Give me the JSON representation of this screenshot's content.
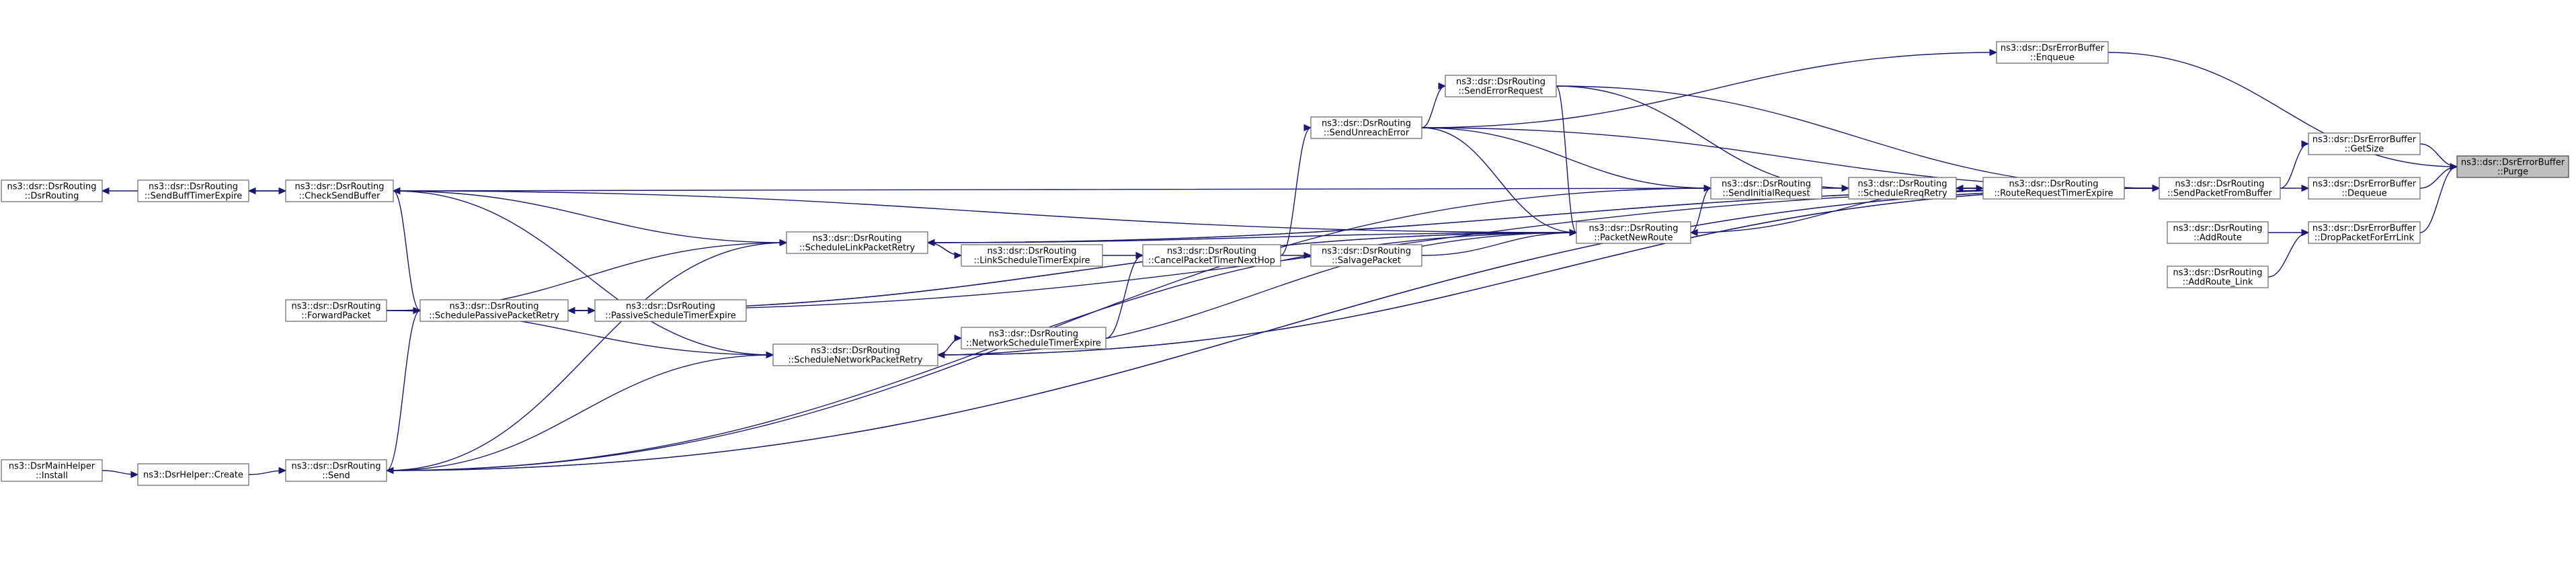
{
  "graph": {
    "edge_color": "#191970",
    "highlight_fill": "#bfbfbf",
    "nodes": [
      {
        "id": "purge",
        "lines": [
          "ns3::dsr::DsrErrorBuffer",
          "::Purge"
        ],
        "highlight": true
      },
      {
        "id": "getsize",
        "lines": [
          "ns3::dsr::DsrErrorBuffer",
          "::GetSize"
        ]
      },
      {
        "id": "dequeue",
        "lines": [
          "ns3::dsr::DsrErrorBuffer",
          "::Dequeue"
        ]
      },
      {
        "id": "dropforerr",
        "lines": [
          "ns3::dsr::DsrErrorBuffer",
          "::DropPacketForErrLink"
        ]
      },
      {
        "id": "enqueue",
        "lines": [
          "ns3::dsr::DsrErrorBuffer",
          "::Enqueue"
        ]
      },
      {
        "id": "addroute",
        "lines": [
          "ns3::dsr::DsrRouting",
          "::AddRoute"
        ]
      },
      {
        "id": "addroutelink",
        "lines": [
          "ns3::dsr::DsrRouting",
          "::AddRoute_Link"
        ]
      },
      {
        "id": "sendfrombuffer",
        "lines": [
          "ns3::dsr::DsrRouting",
          "::SendPacketFromBuffer"
        ]
      },
      {
        "id": "routereqtimer",
        "lines": [
          "ns3::dsr::DsrRouting",
          "::RouteRequestTimerExpire"
        ]
      },
      {
        "id": "schedulereq",
        "lines": [
          "ns3::dsr::DsrRouting",
          "::ScheduleRreqRetry"
        ]
      },
      {
        "id": "sendinitial",
        "lines": [
          "ns3::dsr::DsrRouting",
          "::SendInitialRequest"
        ]
      },
      {
        "id": "packetnewroute",
        "lines": [
          "ns3::dsr::DsrRouting",
          "::PacketNewRoute"
        ]
      },
      {
        "id": "senderror",
        "lines": [
          "ns3::dsr::DsrRouting",
          "::SendErrorRequest"
        ]
      },
      {
        "id": "sendunreach",
        "lines": [
          "ns3::dsr::DsrRouting",
          "::SendUnreachError"
        ]
      },
      {
        "id": "salvage",
        "lines": [
          "ns3::dsr::DsrRouting",
          "::SalvagePacket"
        ]
      },
      {
        "id": "cancelnexthop",
        "lines": [
          "ns3::dsr::DsrRouting",
          "::CancelPacketTimerNextHop"
        ]
      },
      {
        "id": "linktimer",
        "lines": [
          "ns3::dsr::DsrRouting",
          "::LinkScheduleTimerExpire"
        ]
      },
      {
        "id": "networktimer",
        "lines": [
          "ns3::dsr::DsrRouting",
          "::NetworkScheduleTimerExpire"
        ]
      },
      {
        "id": "schedlink",
        "lines": [
          "ns3::dsr::DsrRouting",
          "::ScheduleLinkPacketRetry"
        ]
      },
      {
        "id": "schednetwork",
        "lines": [
          "ns3::dsr::DsrRouting",
          "::ScheduleNetworkPacketRetry"
        ]
      },
      {
        "id": "passivetimer",
        "lines": [
          "ns3::dsr::DsrRouting",
          "::PassiveScheduleTimerExpire"
        ]
      },
      {
        "id": "schedpassive",
        "lines": [
          "ns3::dsr::DsrRouting",
          "::SchedulePassivePacketRetry"
        ]
      },
      {
        "id": "checksend",
        "lines": [
          "ns3::dsr::DsrRouting",
          "::CheckSendBuffer"
        ]
      },
      {
        "id": "forward",
        "lines": [
          "ns3::dsr::DsrRouting",
          "::ForwardPacket"
        ]
      },
      {
        "id": "send",
        "lines": [
          "ns3::dsr::DsrRouting",
          "::Send"
        ]
      },
      {
        "id": "sendbufftimer",
        "lines": [
          "ns3::dsr::DsrRouting",
          "::SendBuffTimerExpire"
        ]
      },
      {
        "id": "dsrrouting",
        "lines": [
          "ns3::dsr::DsrRouting",
          "::DsrRouting"
        ]
      },
      {
        "id": "helpercreate",
        "lines": [
          "ns3::DsrHelper::Create"
        ]
      },
      {
        "id": "mainhelper",
        "lines": [
          "ns3::DsrMainHelper",
          "::Install"
        ]
      }
    ],
    "edges": [
      {
        "from": "getsize",
        "to": "purge"
      },
      {
        "from": "dequeue",
        "to": "purge"
      },
      {
        "from": "dropforerr",
        "to": "purge"
      },
      {
        "from": "enqueue",
        "to": "purge"
      },
      {
        "from": "addroute",
        "to": "dropforerr"
      },
      {
        "from": "addroutelink",
        "to": "dropforerr"
      },
      {
        "from": "sendfrombuffer",
        "to": "getsize"
      },
      {
        "from": "sendfrombuffer",
        "to": "dequeue"
      },
      {
        "from": "sendunreach",
        "to": "enqueue"
      },
      {
        "from": "routereqtimer",
        "to": "sendfrombuffer"
      },
      {
        "from": "senderror",
        "to": "sendfrombuffer"
      },
      {
        "from": "sendunreach",
        "to": "sendfrombuffer"
      },
      {
        "from": "schedlink",
        "to": "sendfrombuffer"
      },
      {
        "from": "schednetwork",
        "to": "sendfrombuffer"
      },
      {
        "from": "schedpassive",
        "to": "sendfrombuffer"
      },
      {
        "from": "send",
        "to": "sendfrombuffer"
      },
      {
        "from": "schedulereq",
        "to": "routereqtimer"
      },
      {
        "from": "routereqtimer",
        "to": "schedulereq"
      },
      {
        "from": "sendinitial",
        "to": "schedulereq"
      },
      {
        "from": "senderror",
        "to": "schedulereq"
      },
      {
        "from": "packetnewroute",
        "to": "sendinitial"
      },
      {
        "from": "sendunreach",
        "to": "sendinitial"
      },
      {
        "from": "checksend",
        "to": "sendinitial"
      },
      {
        "from": "send",
        "to": "sendinitial"
      },
      {
        "from": "routereqtimer",
        "to": "packetnewroute"
      },
      {
        "from": "salvage",
        "to": "packetnewroute"
      },
      {
        "from": "senderror",
        "to": "packetnewroute"
      },
      {
        "from": "sendunreach",
        "to": "packetnewroute"
      },
      {
        "from": "schednetwork",
        "to": "packetnewroute"
      },
      {
        "from": "schedpassive",
        "to": "packetnewroute"
      },
      {
        "from": "send",
        "to": "packetnewroute"
      },
      {
        "from": "sendunreach",
        "to": "senderror"
      },
      {
        "from": "cancelnexthop",
        "to": "sendunreach"
      },
      {
        "from": "cancelnexthop",
        "to": "salvage"
      },
      {
        "from": "linktimer",
        "to": "cancelnexthop"
      },
      {
        "from": "networktimer",
        "to": "cancelnexthop"
      },
      {
        "from": "schedlink",
        "to": "linktimer"
      },
      {
        "from": "linktimer",
        "to": "schedlink"
      },
      {
        "from": "schednetwork",
        "to": "networktimer"
      },
      {
        "from": "networktimer",
        "to": "schednetwork"
      },
      {
        "from": "packetnewroute",
        "to": "schedlink"
      },
      {
        "from": "sendfrombuffer",
        "to": "schedlink"
      },
      {
        "from": "forward",
        "to": "schedlink"
      },
      {
        "from": "send",
        "to": "schedlink"
      },
      {
        "from": "packetnewroute",
        "to": "schedpassive"
      },
      {
        "from": "sendfrombuffer",
        "to": "schednetwork"
      },
      {
        "from": "forward",
        "to": "schednetwork"
      },
      {
        "from": "send",
        "to": "schednetwork"
      },
      {
        "from": "schedpassive",
        "to": "passivetimer"
      },
      {
        "from": "passivetimer",
        "to": "schedpassive"
      },
      {
        "from": "forward",
        "to": "schedpassive"
      },
      {
        "from": "send",
        "to": "schedpassive"
      },
      {
        "from": "schedpassive",
        "to": "checksend"
      },
      {
        "from": "schednetwork",
        "to": "checksend"
      },
      {
        "from": "schedlink",
        "to": "checksend"
      },
      {
        "from": "packetnewroute",
        "to": "checksend"
      },
      {
        "from": "checksend",
        "to": "sendbufftimer"
      },
      {
        "from": "sendbufftimer",
        "to": "checksend"
      },
      {
        "from": "sendbufftimer",
        "to": "dsrrouting"
      },
      {
        "from": "helpercreate",
        "to": "send"
      },
      {
        "from": "mainhelper",
        "to": "helpercreate"
      },
      {
        "from": "sendfrombuffer",
        "to": "send"
      }
    ]
  }
}
